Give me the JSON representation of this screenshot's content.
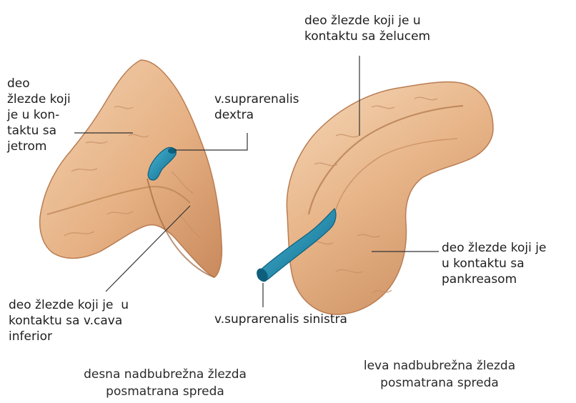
{
  "labels": {
    "right_liver_contact": "deo\nžlezde koji\nje u kon-\ntaktu sa\njetrom",
    "right_vein": "v.suprarenalis\ndextra",
    "right_vena_cava_contact": "deo žlezde koji je  u\nkontaktu sa v.cava\ninferior",
    "left_stomach_contact": "deo žlezde koji je u\nkontaktu sa želucem",
    "left_pancreas_contact": "deo žlezde koji je\nu kontaktu sa\npankreasom",
    "left_vein": "v.suprarenalis sinistra"
  },
  "captions": {
    "right_gland": "desna nadbubrežna žlezda\nposmatrana spreda",
    "left_gland": "leva nadbubrežna žlezda\nposmatrana spreda"
  },
  "colors": {
    "gland_fill": "#e9b98c",
    "gland_shade": "#c98a5c",
    "gland_highlight": "#f6dcc0",
    "vein_fill": "#1e8fb3",
    "vein_dark": "#0f5f7c",
    "leader_line": "#333333"
  }
}
